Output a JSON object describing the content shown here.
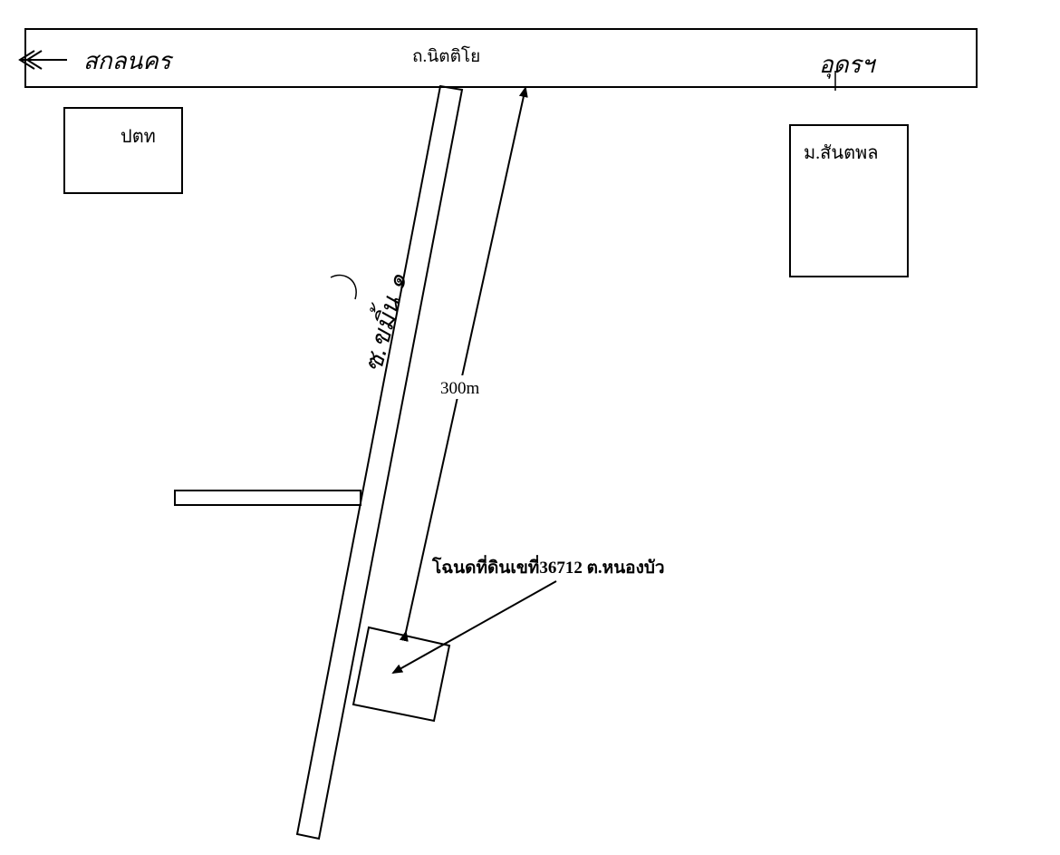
{
  "main_road": {
    "label": "ถ.นิตติโย",
    "left_destination": "สกลนคร",
    "right_destination": "อุดรฯ"
  },
  "side_road": {
    "label": "ซ.ขมิ้น ๑"
  },
  "landmarks": {
    "left_building": "ปตท",
    "right_building": "ม.สันตพล"
  },
  "distance": {
    "label": "300m"
  },
  "parcel": {
    "label": "โฉนดที่ดินเขที่36712 ต.หนองบัว"
  },
  "colors": {
    "ink": "#000000",
    "paper": "#ffffff"
  }
}
